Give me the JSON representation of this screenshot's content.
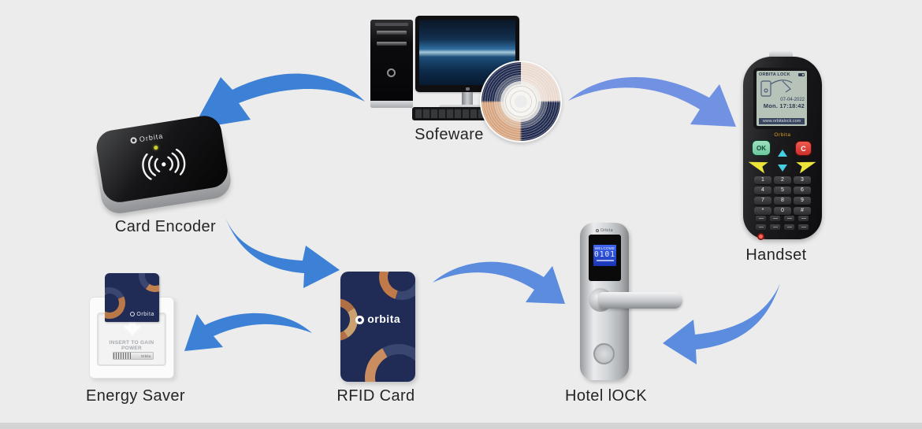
{
  "title": "Hotel lock system workflow diagram",
  "colors": {
    "background": "#ececec",
    "bottom_strip": "#d4d4d4",
    "arrow_blue": "#3c81d6",
    "arrow_blue_light": "#7191e3",
    "arrow_blue_mid": "#5b8cde",
    "label_text": "#252525",
    "card_navy": "#202c55",
    "card_copper": "#c98d5f",
    "lcd_blue": "#2749d0"
  },
  "nodes": {
    "software": {
      "label": "Sofeware"
    },
    "card_encoder": {
      "label": "Card Encoder",
      "brand": "Orbita"
    },
    "handset": {
      "label": "Handset",
      "screen_title": "ORBITA LOCK",
      "screen_date": "07-04-2022",
      "screen_time": "Mon. 17:18:42",
      "screen_url": "www.orbitalock.com",
      "brand": "Orbita",
      "ok_key": "OK",
      "cancel_key": "C",
      "keys": [
        "1",
        "2",
        "3",
        "4",
        "5",
        "6",
        "7",
        "8",
        "9",
        "*",
        "0",
        "#"
      ]
    },
    "energy_saver": {
      "label": "Energy Saver",
      "plate_text": "INSERT TO GAIN POWER",
      "brand": "Orbita"
    },
    "rfid_card": {
      "label": "RFID Card",
      "brand": "orbita"
    },
    "hotel_lock": {
      "label": "Hotel lOCK",
      "lcd_line1": "WELCOME",
      "lcd_line2": "0101",
      "brand": "Orbita"
    }
  }
}
